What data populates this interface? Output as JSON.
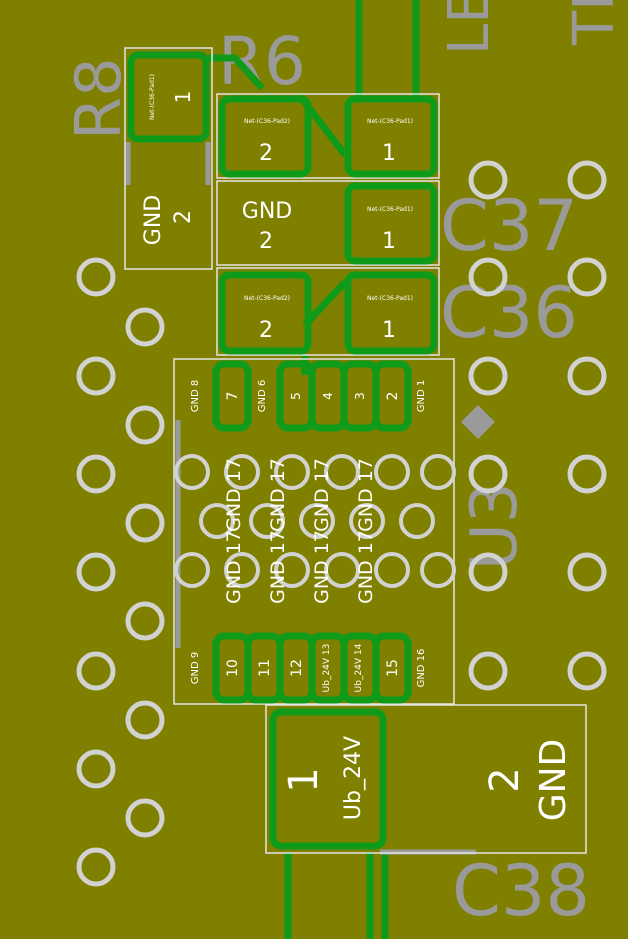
{
  "colors": {
    "board": "#808000",
    "copper": "#0f9a1a",
    "silk": "#c8c8c8",
    "silk_dim": "#9a9a9a",
    "via": "#d2d2d2",
    "outline": "#e6e6e6",
    "pin_text": "#ffffff"
  },
  "refs": {
    "r6": "R6",
    "r8": "R8",
    "c37": "C37",
    "c36": "C36",
    "c38": "C38",
    "u3": "U3",
    "led": "LED",
    "tr": "TR"
  },
  "r8": {
    "pad1_num": "1",
    "pad1_net": "Net-(C36-Pad1)",
    "pad2_num": "2",
    "pad2_net": "GND"
  },
  "row_c37": {
    "left_num": "2",
    "left_net": "Net-(C36-Pad2)",
    "right_num": "1",
    "right_net": "Net-(C36-Pad1)"
  },
  "row_gnd": {
    "left_num": "2",
    "left_net": "GND",
    "right_num": "1",
    "right_net": "Net-(C36-Pad1)"
  },
  "row_c36": {
    "left_num": "2",
    "left_net": "Net-(C36-Pad2)",
    "right_num": "1",
    "right_net": "Net-(C36-Pad1)"
  },
  "u3_top": {
    "p8": "GND 8",
    "p7": "7",
    "p6": "GND 6",
    "p5": "5",
    "p4": "4",
    "p3": "3",
    "p2": "2",
    "p1": "GND 1"
  },
  "u3_center": {
    "c1": "GND 17",
    "c2": "GND 17",
    "c3": "GND 17",
    "c4": "GND 17",
    "c5": "GND 17",
    "c6": "GND 17",
    "c7": "GND 17",
    "c8": "GND 17"
  },
  "u3_bottom": {
    "p9": "GND 9",
    "p10": "10",
    "p11": "11",
    "p12": "12",
    "p13": "Ub_24V 13",
    "p14": "Ub_24V 14",
    "p15": "15",
    "p16": "GND 16"
  },
  "c38": {
    "pad1_num": "1",
    "pad1_net": "Ub_24V",
    "pad2_num": "2",
    "pad2_net": "GND"
  }
}
